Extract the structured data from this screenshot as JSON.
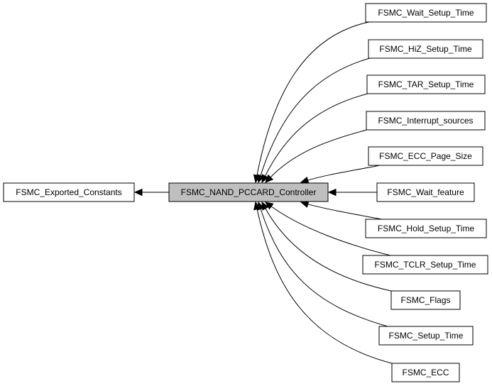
{
  "diagram": {
    "center": "FSMC_NAND_PCCARD_Controller",
    "parent": "FSMC_Exported_Constants",
    "children": [
      "FSMC_Wait_Setup_Time",
      "FSMC_HiZ_Setup_Time",
      "FSMC_TAR_Setup_Time",
      "FSMC_Interrupt_sources",
      "FSMC_ECC_Page_Size",
      "FSMC_Wait_feature",
      "FSMC_Hold_Setup_Time",
      "FSMC_TCLR_Setup_Time",
      "FSMC_Flags",
      "FSMC_Setup_Time",
      "FSMC_ECC"
    ],
    "colors": {
      "current_fill": "#bfbfbf",
      "node_fill": "#ffffff",
      "stroke": "#000000"
    }
  }
}
